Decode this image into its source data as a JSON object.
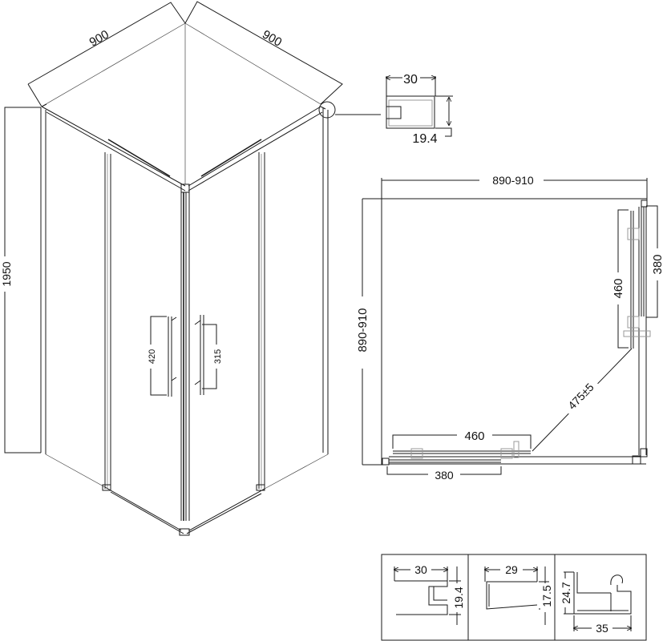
{
  "perspective_view": {
    "width_left": "900",
    "width_right": "900",
    "height": "1950",
    "handle_left": "420",
    "handle_right": "315"
  },
  "detail_profile_top": {
    "width": "30",
    "height": "19.4"
  },
  "plan_view": {
    "width": "890-910",
    "depth": "890-910",
    "door_side_right": "460",
    "fixed_side_right": "380",
    "door_bottom": "460",
    "fixed_bottom": "380",
    "diagonal_opening": "475±5"
  },
  "profile_table": [
    {
      "dims": [
        "30",
        "19.4"
      ]
    },
    {
      "dims": [
        "29",
        "17.5"
      ]
    },
    {
      "dims": [
        "24.7",
        "35"
      ]
    }
  ]
}
